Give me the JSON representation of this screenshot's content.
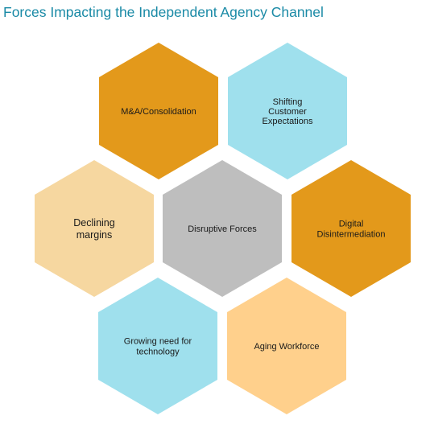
{
  "title": "Forces Impacting the Independent Agency Channel",
  "colors": {
    "title": "#1a8aa6",
    "orange": "#e3991b",
    "light_blue": "#9fe0ed",
    "light_peach": "#f6d7a0",
    "peach": "#ffd08c",
    "gray": "#bebebe"
  },
  "hexagons": {
    "center": {
      "lines": [
        "Disruptive Forces"
      ],
      "color": "#bebebe"
    },
    "top_left": {
      "lines": [
        "M&A/Consolidation"
      ],
      "color": "#e3991b"
    },
    "top_right": {
      "lines": [
        "Shifting",
        "Customer",
        "Expectations"
      ],
      "color": "#9fe0ed"
    },
    "mid_left": {
      "lines": [
        "Declining",
        "margins"
      ],
      "color": "#f6d7a0"
    },
    "mid_right": {
      "lines": [
        "Digital",
        "Disintermediation"
      ],
      "color": "#e3991b"
    },
    "bottom_left": {
      "lines": [
        "Growing need for",
        "technology"
      ],
      "color": "#9fe0ed"
    },
    "bottom_right": {
      "lines": [
        "Aging Workforce"
      ],
      "color": "#ffd08c"
    }
  }
}
